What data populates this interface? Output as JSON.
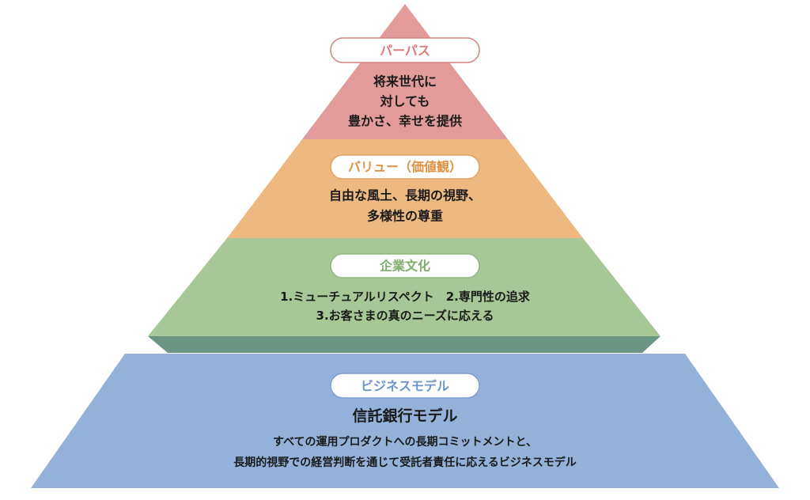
{
  "colors": {
    "purpose": "#e29a9a",
    "value": "#edb980",
    "culture": "#a8c796",
    "culture_base": "#6a9585",
    "business": "#94b2d9",
    "pill_fill": "#ffffff"
  },
  "pyramid": {
    "purpose": {
      "label": "パーパス",
      "lines": [
        "将来世代に",
        "対しても",
        "豊かさ、幸せを提供"
      ]
    },
    "value": {
      "label": "バリュー（価値観）",
      "lines": [
        "自由な風土、長期の視野、",
        "多様性の尊重"
      ]
    },
    "culture": {
      "label": "企業文化",
      "lines": [
        "1.ミューチュアルリスペクト　2.専門性の追求",
        "3.お客さまの真のニーズに応える"
      ]
    },
    "business": {
      "label": "ビジネスモデル",
      "heading": "信託銀行モデル",
      "lines": [
        "すべての運用プロダクトへの長期コミットメントと、",
        "長期的視野での経営判断を通じて受託者責任に応えるビジネスモデル"
      ]
    }
  }
}
